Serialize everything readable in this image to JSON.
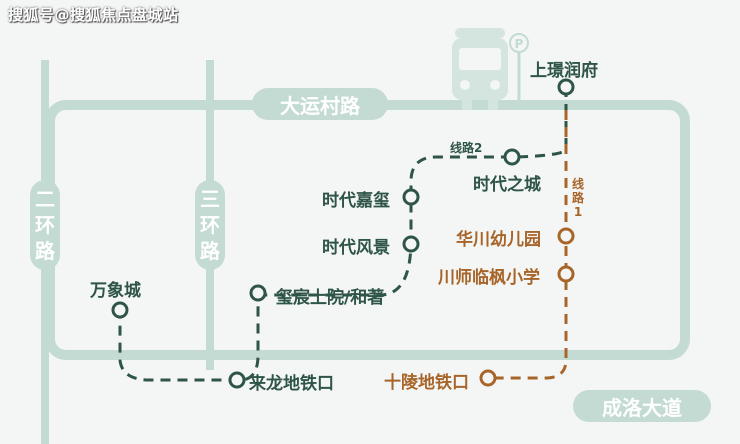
{
  "watermark": "搜狐号@搜狐焦点盘城站",
  "roads": {
    "top": "大运村路",
    "bottom": "成洛大道",
    "ring2": [
      "二",
      "环",
      "路"
    ],
    "ring3": [
      "三",
      "环",
      "路"
    ]
  },
  "stations": {
    "shanghuanrunfu": "上璟润府",
    "shidaizhicheng": "时代之城",
    "shidaijiaxi": "时代嘉玺",
    "shidaifengjing": "时代风景",
    "xichenshangyuan": "玺宸上院/和著",
    "wanxiangcheng": "万象城",
    "lailongditiekou": "来龙地铁口",
    "huachuanyoueryuan": "华川幼儿园",
    "chuanshilinfeng": "川师临枫小学",
    "shilingditiekou": "十陵地铁口"
  },
  "routes": {
    "route2_label": "线路2",
    "route1_label": [
      "线",
      "路",
      "1"
    ]
  },
  "colors": {
    "road": "#c4dbd3",
    "route_green": "#2f5448",
    "route_brown": "#a8652a",
    "background": "#f3f6f4",
    "bus_icon": "#d4e4de"
  },
  "icons": [
    "bus-icon",
    "parking-icon"
  ]
}
